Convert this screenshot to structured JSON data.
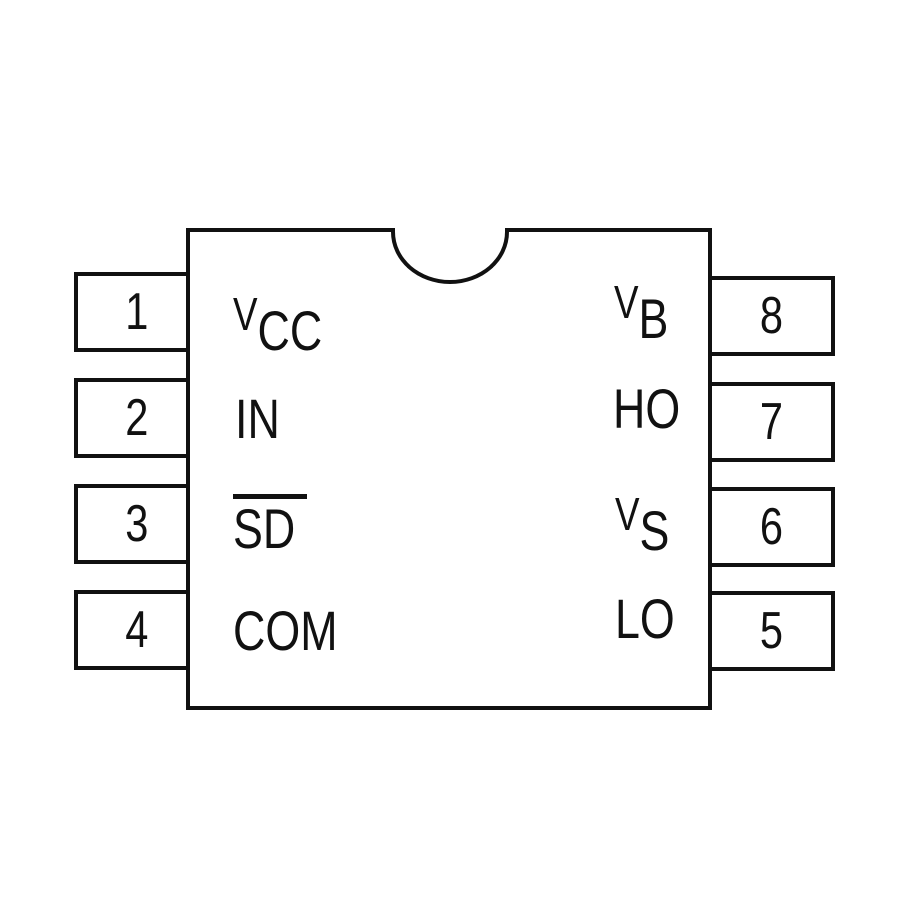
{
  "diagram": {
    "type": "ic-pinout",
    "package_shape": "dip-8-with-notch",
    "colors": {
      "line": "#111111",
      "text": "#111111",
      "background": "#ffffff"
    },
    "pins": {
      "left": [
        {
          "number": "1",
          "label_main": "V",
          "label_sub": "CC",
          "overline": false
        },
        {
          "number": "2",
          "label_main": "IN",
          "label_sub": "",
          "overline": false
        },
        {
          "number": "3",
          "label_main": "SD",
          "label_sub": "",
          "overline": true
        },
        {
          "number": "4",
          "label_main": "COM",
          "label_sub": "",
          "overline": false
        }
      ],
      "right": [
        {
          "number": "8",
          "label_main": "V",
          "label_sub": "B",
          "overline": false
        },
        {
          "number": "7",
          "label_main": "HO",
          "label_sub": "",
          "overline": false
        },
        {
          "number": "6",
          "label_main": "V",
          "label_sub": "S",
          "overline": false
        },
        {
          "number": "5",
          "label_main": "LO",
          "label_sub": "",
          "overline": false
        }
      ]
    }
  }
}
